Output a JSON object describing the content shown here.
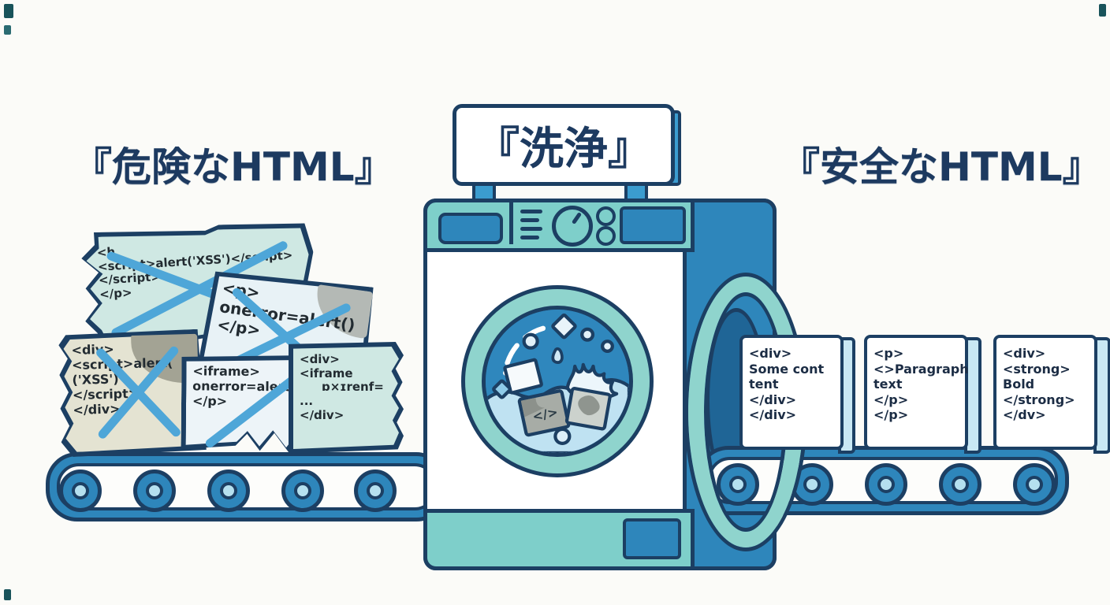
{
  "titles": {
    "left": "『危険なHTML』",
    "machine_sign": "『洗浄』",
    "right": "『安全なHTML』"
  },
  "dirty_cards": [
    {
      "lines": [
        "<h",
        "<script>alert('XSS')</script>",
        "</script>",
        "</p>"
      ],
      "mark": "x-cross"
    },
    {
      "lines": [
        "<p>",
        "onerror=alert()",
        "</p>"
      ],
      "mark": "x-cross"
    },
    {
      "lines": [
        "<div>",
        "<script>alert(",
        "('XSS')",
        "</script>",
        "</div>"
      ],
      "mark": "x-cross"
    },
    {
      "lines": [
        "<iframe>",
        "onerror=alert()",
        "</p>"
      ],
      "mark": "slash"
    },
    {
      "lines": [
        "<div>",
        "<iframe",
        "ɒ×ɪrenf=",
        "...",
        "</div>"
      ],
      "mark": "none"
    }
  ],
  "clean_cards": [
    {
      "lines": [
        "<div>",
        "Some cont",
        "tent",
        "</div>",
        "</div>"
      ]
    },
    {
      "lines": [
        "<p>",
        "<>Paragraph",
        "text",
        "</p>",
        "</p>"
      ]
    },
    {
      "lines": [
        "<div>",
        "<strong>",
        "Bold",
        "</strong>",
        "</dv>"
      ]
    }
  ],
  "washer": {
    "drum_glyph": "</>"
  },
  "colors": {
    "outline_navy": "#1c3f63",
    "title_navy": "#1d3a60",
    "machine_teal": "#7ecfca",
    "ring_teal": "#8fd4cd",
    "accent_blue": "#2e86bb",
    "edge_light_blue": "#c9e8f4",
    "water_dark": "#2f87bd",
    "water_light": "#bfe2f2",
    "card_cyan": "#cfe8e3",
    "card_pale_blue": "#e8f2f6",
    "card_beige": "#e4e3d2",
    "cross_blue": "#4ea6d8"
  }
}
